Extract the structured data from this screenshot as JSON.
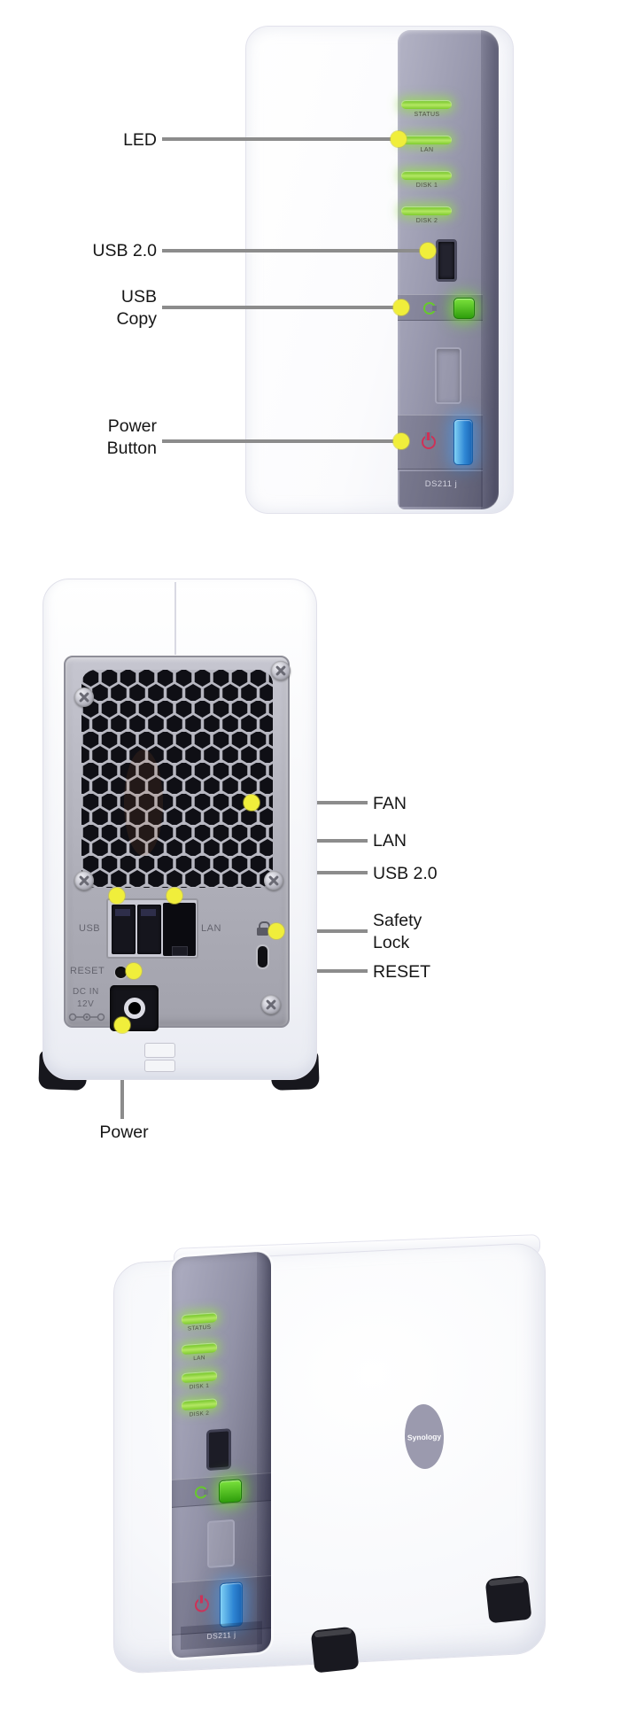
{
  "product": {
    "model": "DS211 j",
    "brand_logo": "Synology"
  },
  "led_labels": [
    "STATUS",
    "LAN",
    "DISK 1",
    "DISK 2"
  ],
  "front_callouts": {
    "led": "LED",
    "usb": "USB 2.0",
    "usb_copy_1": "USB",
    "usb_copy_2": "Copy",
    "power_1": "Power",
    "power_2": "Button"
  },
  "back_callouts": {
    "fan": "FAN",
    "lan": "LAN",
    "usb": "USB 2.0",
    "safety_1": "Safety",
    "safety_2": "Lock",
    "reset": "RESET",
    "power": "Power"
  },
  "back_panel": {
    "usb": "USB",
    "lan": "LAN",
    "reset": "RESET",
    "dc_1": "DC IN",
    "dc_2": "12V"
  },
  "colors": {
    "callout_dot_yellow": "#f0ee3b",
    "leader_line_gray": "#8c8c8c",
    "led_green": "#8fd63a",
    "power_button_blue": "#3fa0e8",
    "copy_button_green": "#46c81e",
    "power_symbol_red": "#cf3156",
    "panel_gray": "#8f8fa4",
    "label_text": "#161616"
  }
}
